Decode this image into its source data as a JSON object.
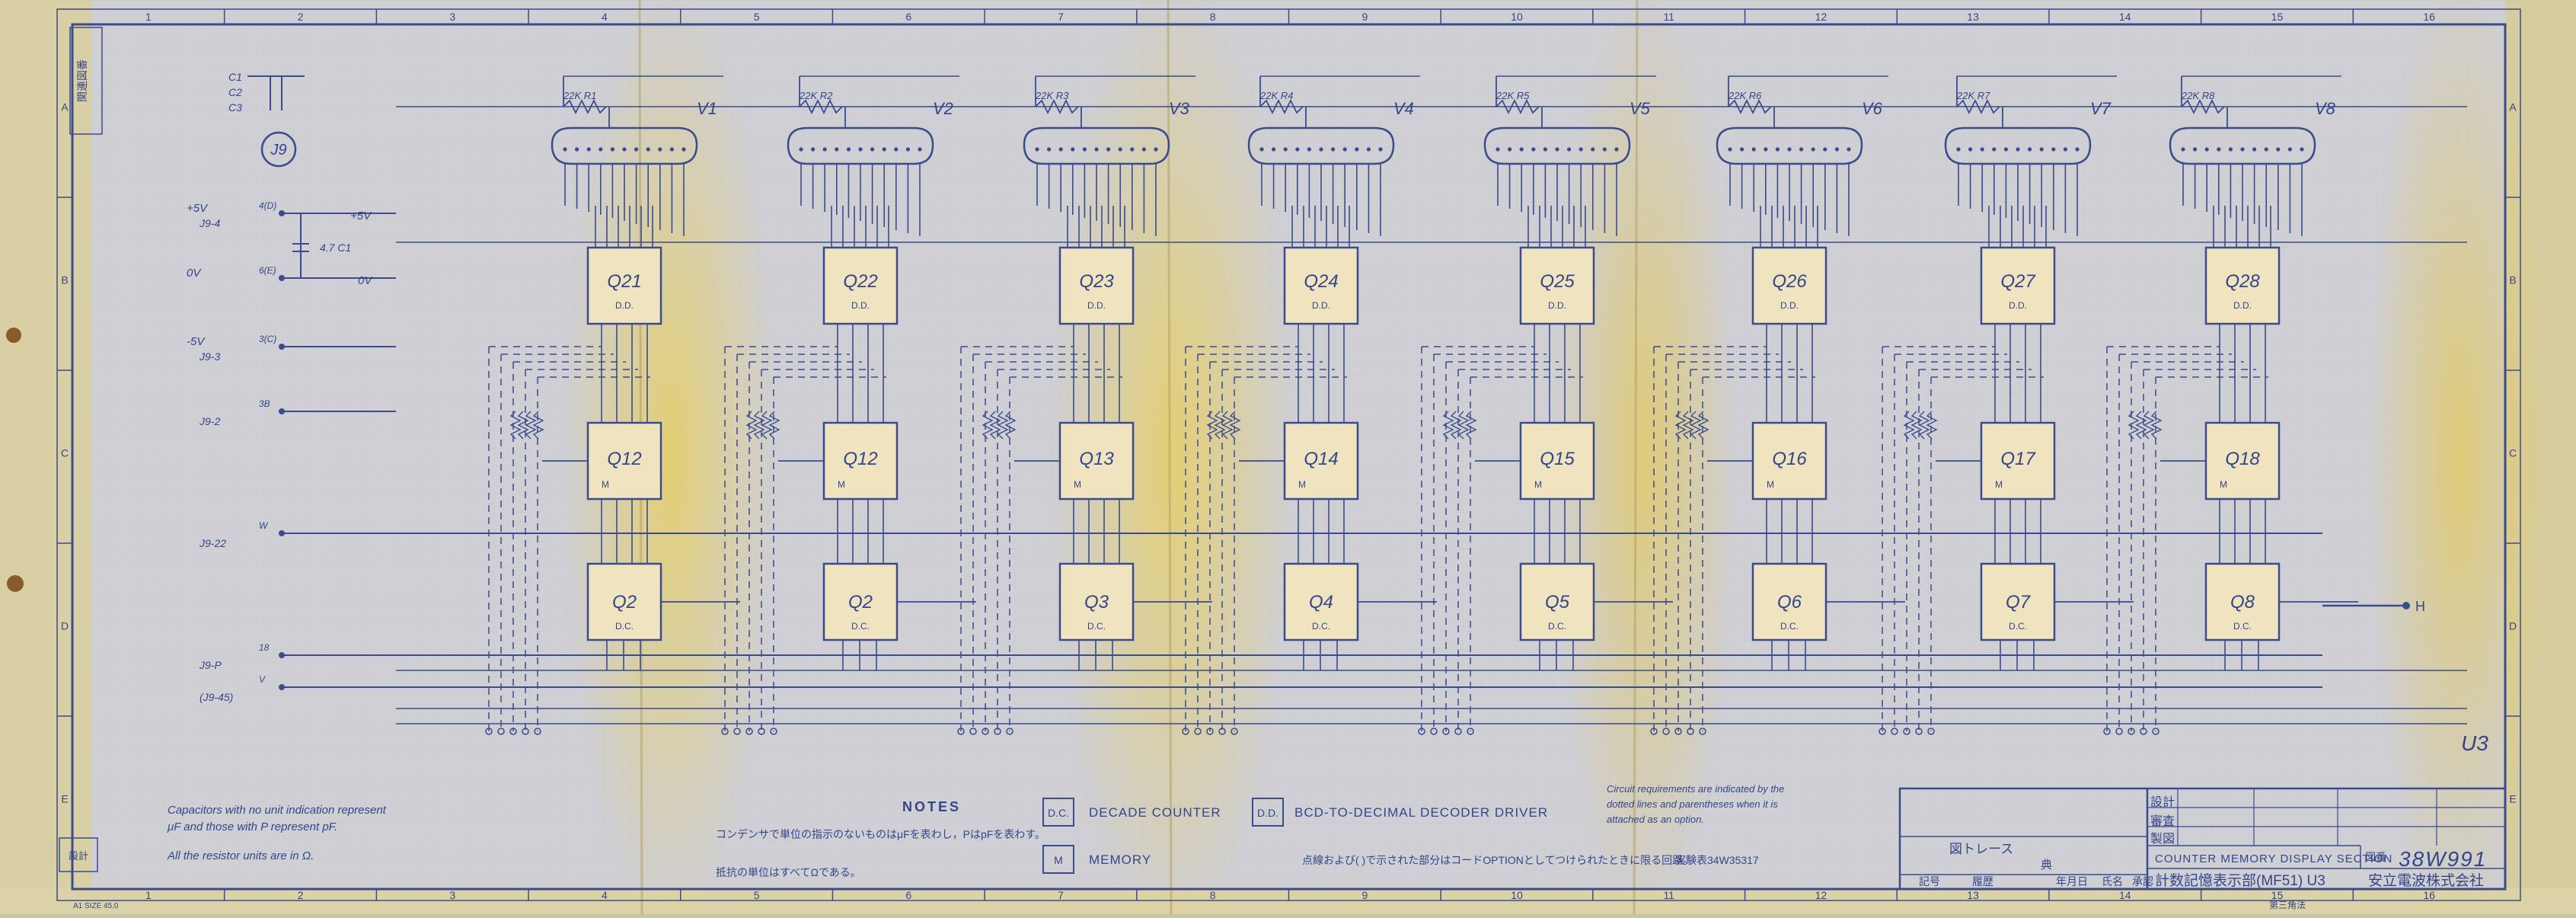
{
  "sheet": {
    "column_numbers": [
      "1",
      "2",
      "3",
      "4",
      "5",
      "6",
      "7",
      "8",
      "9",
      "10",
      "11",
      "12",
      "13",
      "14",
      "15",
      "16"
    ],
    "row_letters": [
      "A",
      "B",
      "C",
      "D",
      "E"
    ]
  },
  "left_margin": {
    "revision_box": "関連図番",
    "designer_box": "設計",
    "sheet_size": "A1 SIZE 45.0"
  },
  "connector_label": "J9",
  "supply_labels": [
    {
      "pin": "4(D)",
      "conn": "J9-4",
      "net": "+5V"
    },
    {
      "pin": "6(E)",
      "conn": "",
      "net": "0V"
    },
    {
      "pin": "3(C)",
      "conn": "J9-3",
      "net": "-5V"
    },
    {
      "pin": "3B",
      "conn": "J9-2",
      "net": ""
    },
    {
      "pin": "W",
      "conn": "J9-22",
      "net": ""
    },
    {
      "pin": "18",
      "conn": "J9-P",
      "net": ""
    },
    {
      "pin": "V",
      "conn": "(J9-45)",
      "net": ""
    }
  ],
  "capacitor_labels": [
    "C1",
    "C2",
    "C3",
    "4.7 C1"
  ],
  "tubes": [
    {
      "name": "V1",
      "resistor": "22K R1",
      "decoder": "Q21",
      "decoder_type": "D.D.",
      "memory": "Q12",
      "counter": "Q2"
    },
    {
      "name": "V2",
      "resistor": "22K R2",
      "decoder": "Q22",
      "decoder_type": "D.D.",
      "memory": "Q12",
      "counter": "Q2"
    },
    {
      "name": "V3",
      "resistor": "22K R3",
      "decoder": "Q23",
      "decoder_type": "D.D.",
      "memory": "Q13",
      "counter": "Q3"
    },
    {
      "name": "V4",
      "resistor": "22K R4",
      "decoder": "Q24",
      "decoder_type": "D.D.",
      "memory": "Q14",
      "counter": "Q4"
    },
    {
      "name": "V5",
      "resistor": "22K R5",
      "decoder": "Q25",
      "decoder_type": "D.D.",
      "memory": "Q15",
      "counter": "Q5"
    },
    {
      "name": "V6",
      "resistor": "22K R6",
      "decoder": "Q26",
      "decoder_type": "D.D.",
      "memory": "Q16",
      "counter": "Q6"
    },
    {
      "name": "V7",
      "resistor": "22K R7",
      "decoder": "Q27",
      "decoder_type": "D.D.",
      "memory": "Q17",
      "counter": "Q7"
    },
    {
      "name": "V8",
      "resistor": "22K R8",
      "decoder": "Q28",
      "decoder_type": "D.D.",
      "memory": "Q18",
      "counter": "Q8"
    }
  ],
  "memory_type": "M",
  "counter_type": "D.C.",
  "output_label": "H",
  "unit_label": "U3",
  "notes": {
    "heading": "NOTES",
    "english": [
      "Capacitors with no unit indication represent",
      "μF and those with P represent pF.",
      "All the resistor units are in Ω."
    ],
    "japanese": [
      "コンデンサで単位の指示のないものはμFを表わし，PはpFを表わす。",
      "抵抗の単位はすべてΩである。"
    ]
  },
  "legend": [
    {
      "abbr": "D.C.",
      "text": "DECADE COUNTER"
    },
    {
      "abbr": "D.D.",
      "text": "BCD-TO-DECIMAL DECODER DRIVER"
    },
    {
      "abbr": "M",
      "text": "MEMORY"
    }
  ],
  "circuit_note": [
    "Circuit requirements are indicated by the",
    "dotted lines and parentheses when it is",
    "attached as an option."
  ],
  "option_note_jp": "点線および( )で示された部分はコードOPTIONとしてつけられたときに限る回路。",
  "reference_no": "実験表34W35317",
  "title_block": {
    "revision_entry": "図トレース",
    "revision_sign": "典",
    "revision_headers": [
      "記号",
      "履歴",
      "年月日",
      "氏名",
      "承認"
    ],
    "approval_roles": [
      "設計",
      "審査",
      "製図"
    ],
    "english_title": "COUNTER MEMORY DISPLAY SECTION",
    "japanese_title": "計数記憶表示部(MF51) U3",
    "drawing_no_label": "図番",
    "drawing_no": "38W991",
    "company": "安立電波株式会社",
    "sheet_label": "第三角法"
  }
}
